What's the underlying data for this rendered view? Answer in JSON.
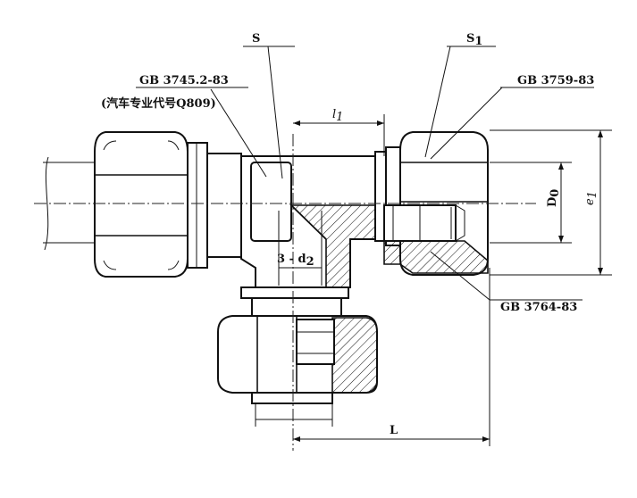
{
  "labels": {
    "s_top": "S",
    "s1_prefix": "S",
    "s1_sub": "1",
    "gb_body": "GB 3745.2-83",
    "gb_body_note": "(汽车专业代号Q809)",
    "gb_nut": "GB 3759-83",
    "gb_insert": "GB 3764-83",
    "l1_prefix": "l",
    "l1_sub": "1",
    "d0_prefix": "D",
    "d0_sub": "0",
    "e1_prefix": "e",
    "e1_sub": "1",
    "bore_prefix": "3 - d",
    "bore_sub": "2",
    "big_l": "L"
  }
}
